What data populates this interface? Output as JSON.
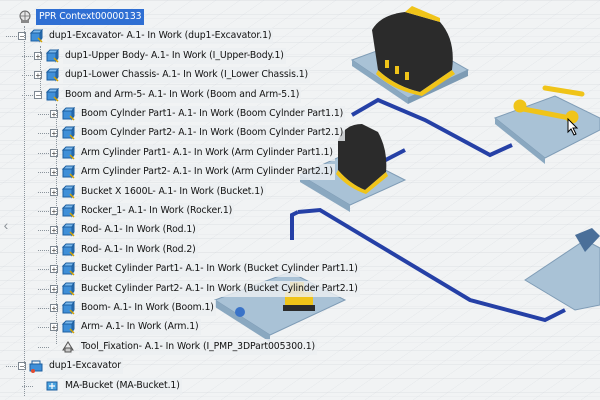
{
  "viewport": {
    "colors": {
      "background": "#f1f3f4",
      "grid_line": "#c9ced4",
      "panel_fill": "#a9c2d6",
      "panel_edge": "#7f9cb6",
      "flow_line": "#2540a6",
      "part_yellow": "#f0c419",
      "part_dark": "#2b2b2b"
    }
  },
  "tree": {
    "root": {
      "label": "PPR Context00000133",
      "selected": true
    },
    "items": [
      {
        "label": "dup1-Excavator- A.1- In Work (dup1-Excavator.1)",
        "depth": 1,
        "expander": "−",
        "icon": "product-icon"
      },
      {
        "label": "dup1-Upper Body- A.1- In Work (I_Upper-Body.1)",
        "depth": 2,
        "expander": "+",
        "icon": "product-icon"
      },
      {
        "label": "dup1-Lower Chassis- A.1- In Work (I_Lower Chassis.1)",
        "depth": 2,
        "expander": "+",
        "icon": "product-icon"
      },
      {
        "label": "Boom and Arm-5- A.1- In Work (Boom and Arm-5.1)",
        "depth": 2,
        "expander": "−",
        "icon": "product-icon"
      },
      {
        "label": "Boom Cylnder Part1- A.1- In Work (Boom Cylnder Part1.1)",
        "depth": 3,
        "expander": "+",
        "icon": "product-icon"
      },
      {
        "label": "Boom Cylnder Part2- A.1- In Work (Boom Cylnder Part2.1)",
        "depth": 3,
        "expander": "+",
        "icon": "product-icon"
      },
      {
        "label": "Arm Cylinder Part1- A.1- In Work (Arm Cylinder Part1.1)",
        "depth": 3,
        "expander": "+",
        "icon": "product-icon"
      },
      {
        "label": "Arm Cylinder Part2- A.1- In Work (Arm Cylinder Part2.1)",
        "depth": 3,
        "expander": "+",
        "icon": "product-icon"
      },
      {
        "label": "Bucket X 1600L- A.1- In Work (Bucket.1)",
        "depth": 3,
        "expander": "+",
        "icon": "product-icon"
      },
      {
        "label": "Rocker_1- A.1- In Work (Rocker.1)",
        "depth": 3,
        "expander": "+",
        "icon": "product-icon"
      },
      {
        "label": "Rod- A.1- In Work (Rod.1)",
        "depth": 3,
        "expander": "+",
        "icon": "product-icon"
      },
      {
        "label": "Rod- A.1- In Work (Rod.2)",
        "depth": 3,
        "expander": "+",
        "icon": "product-icon"
      },
      {
        "label": "Bucket Cylinder Part1- A.1- In Work (Bucket Cylinder Part1.1)",
        "depth": 3,
        "expander": "+",
        "icon": "product-icon"
      },
      {
        "label": "Bucket Cylinder Part2- A.1- In Work (Bucket Cylinder Part2.1)",
        "depth": 3,
        "expander": "+",
        "icon": "product-icon"
      },
      {
        "label": "Boom- A.1- In Work (Boom.1)",
        "depth": 3,
        "expander": "+",
        "icon": "product-icon"
      },
      {
        "label": "Arm- A.1- In Work (Arm.1)",
        "depth": 3,
        "expander": "+",
        "icon": "product-icon"
      },
      {
        "label": "Tool_Fixation- A.1- In Work (I_PMP_3DPart005300.1)",
        "depth": 3,
        "expander": "",
        "icon": "part-icon"
      },
      {
        "label": "dup1-Excavator",
        "depth": 1,
        "expander": "−",
        "icon": "process-icon"
      },
      {
        "label": "MA-Bucket (MA-Bucket.1)",
        "depth": 2,
        "expander": "",
        "icon": "assembly-icon"
      }
    ]
  },
  "side_handle": {
    "glyph": "‹"
  }
}
